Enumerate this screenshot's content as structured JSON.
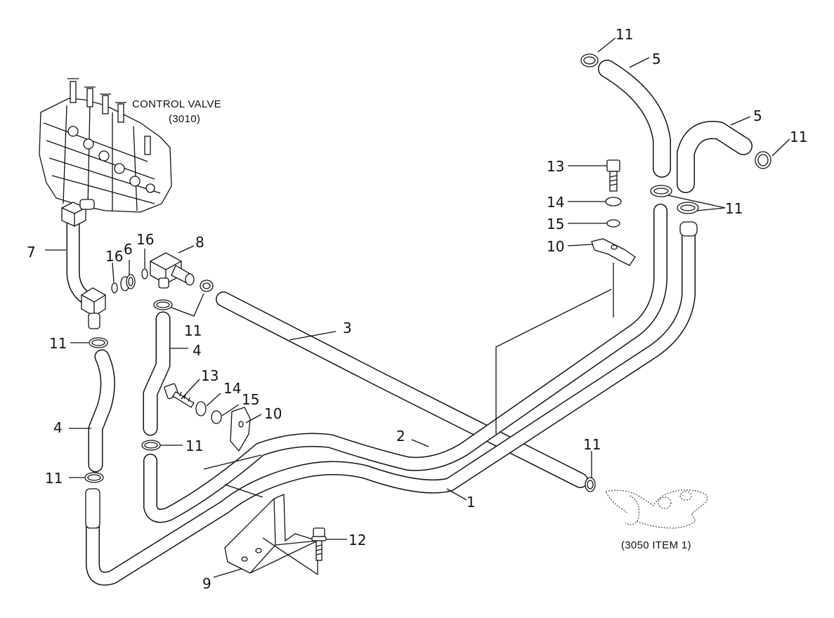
{
  "captions": {
    "control_valve": "CONTROL VALVE",
    "control_valve_ref": "(3010)",
    "ref_3050": "(3050 ITEM 1)"
  },
  "callouts": {
    "c1": "1",
    "c2": "2",
    "c3": "3",
    "c4a": "4",
    "c4b": "4",
    "c5a": "5",
    "c5b": "5",
    "c6": "6",
    "c7": "7",
    "c8": "8",
    "c9": "9",
    "c10a": "10",
    "c10b": "10",
    "c11a": "11",
    "c11b": "11",
    "c11c": "11",
    "c11d": "11",
    "c11e": "11",
    "c11f": "11",
    "c11g": "11",
    "c11h": "11",
    "c12": "12",
    "c13a": "13",
    "c13b": "13",
    "c14a": "14",
    "c14b": "14",
    "c15a": "15",
    "c15b": "15",
    "c16a": "16",
    "c16b": "16"
  }
}
